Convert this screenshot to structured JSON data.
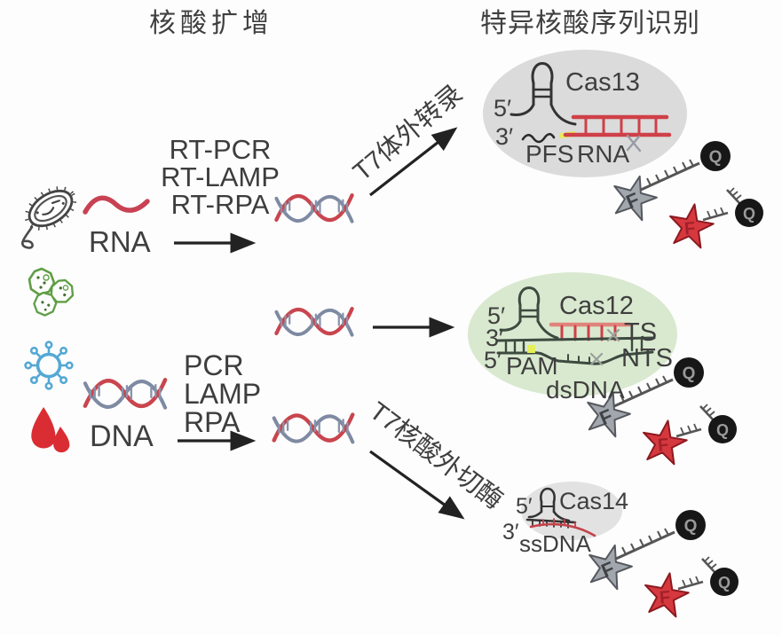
{
  "titles": {
    "amplification": "核酸扩增",
    "recognition": "特异核酸序列识别"
  },
  "rna_branch": {
    "label": "RNA",
    "methods": [
      "RT-PCR",
      "RT-LAMP",
      "RT-RPA"
    ],
    "arrow_label": "T7体外转录"
  },
  "dna_branch": {
    "label": "DNA",
    "methods": [
      "PCR",
      "LAMP",
      "RPA"
    ],
    "arrow_label": "T7核酸外切酶"
  },
  "cas13_complex": {
    "name": "Cas13",
    "five_prime": "5′",
    "three_prime": "3′",
    "pfs_label": "PFS",
    "target_label": "RNA"
  },
  "cas12_complex": {
    "name": "Cas12",
    "five_prime_top": "5′",
    "three_prime": "3′",
    "five_prime_bottom": "5′",
    "pam_label": "PAM",
    "ts_label": "TS",
    "nts_label": "NTS",
    "target_label": "dsDNA"
  },
  "cas14_complex": {
    "name": "Cas14",
    "five_prime": "5′",
    "three_prime": "3′",
    "target_label": "ssDNA"
  },
  "reporter": {
    "fluorophore": "F",
    "quencher": "Q"
  },
  "icons": {
    "bacteria": "bacteria-icon",
    "cells": "cells-icon",
    "virus": "virus-icon",
    "blood": "blood-drops-icon",
    "rna_strand": "rna-squiggle-icon",
    "dna_helix": "dna-helix-icon",
    "amplified_dsdna": "dsdna-helix-icon"
  },
  "colors": {
    "red_strand": "#c9454e",
    "gray_strand": "#7e8aa2",
    "dark_text": "#3f3f3f",
    "cas13_bg": "#dbdbdb",
    "cas12_bg": "#d9e9cf",
    "cas14_bg": "#e2e2e2",
    "quencher_black": "#171717",
    "star_gray": "#a2a6ad",
    "star_red": "#d5383e",
    "virus_blue": "#54a8d4",
    "cell_green": "#5f9e44",
    "blood_red": "#da2d33",
    "pam_yellow": "#e4ef59"
  }
}
